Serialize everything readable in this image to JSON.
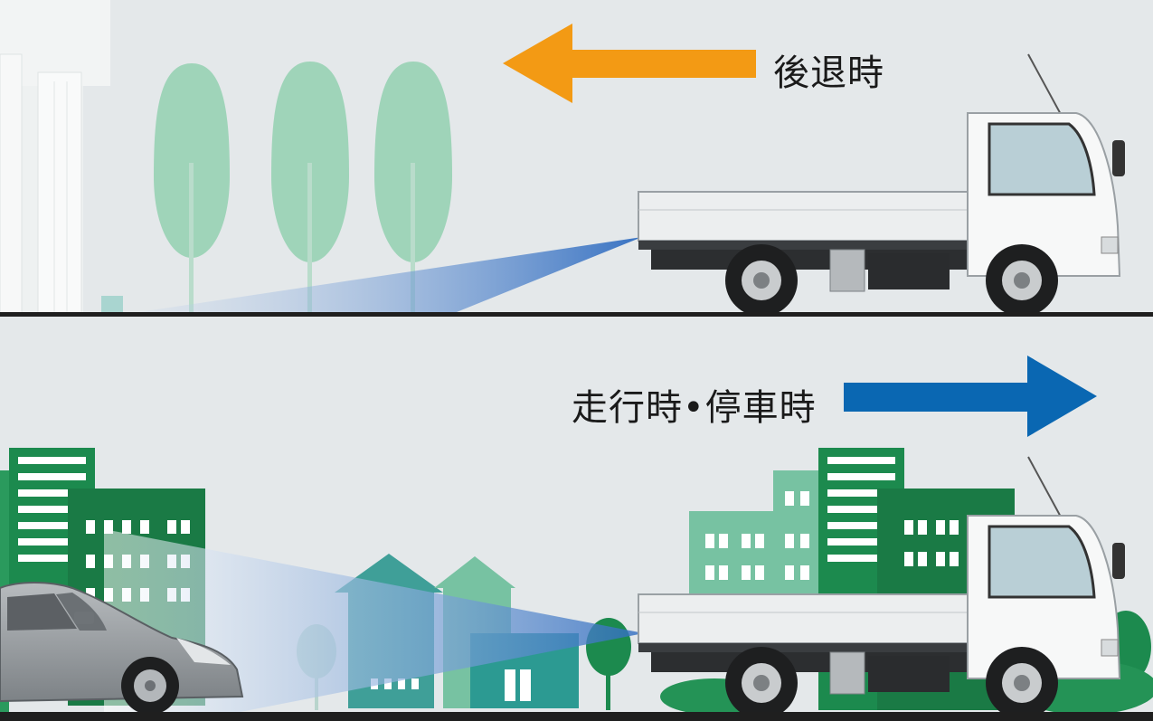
{
  "reverse_label": "後退時",
  "forward_label": "走行時•停車時",
  "colors": {
    "background": "#e4e8ea",
    "reverse_arrow": "#f39a14",
    "forward_arrow": "#0a67b2",
    "tree": "#9fd4b9",
    "building_green": "#1c8a4e",
    "beam": "#3a78c8",
    "ground": "#1f1f1f"
  },
  "icons": [
    "truck-illustration",
    "car-illustration",
    "tree-icon",
    "building-icon",
    "left-arrow-icon",
    "right-arrow-icon"
  ]
}
